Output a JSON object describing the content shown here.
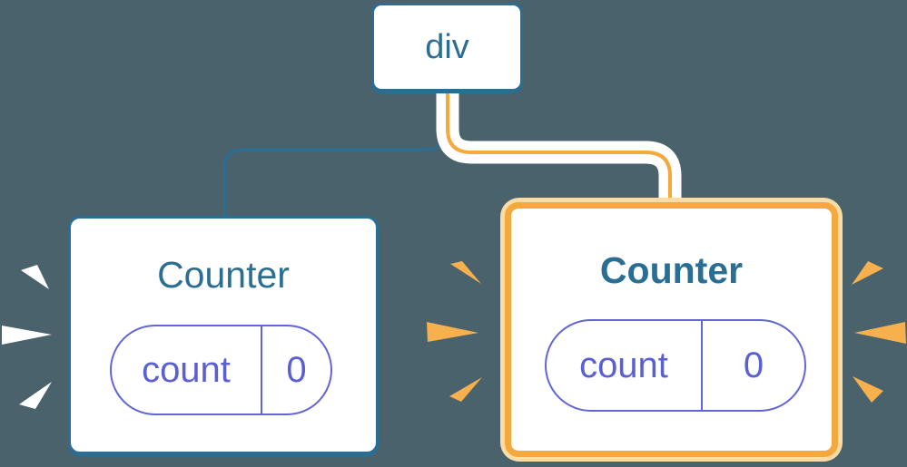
{
  "diagram": {
    "description": "component tree: div root with two Counter children",
    "root": {
      "label": "div"
    },
    "left_counter": {
      "title": "Counter",
      "state": {
        "key": "count",
        "value": "0"
      },
      "highlighted": false,
      "spark_color": "#ffffff"
    },
    "right_counter": {
      "title": "Counter",
      "state": {
        "key": "count",
        "value": "0"
      },
      "highlighted": true,
      "spark_color": "#f6b04d"
    }
  },
  "colors": {
    "background": "#49626c",
    "node_blue": "#2b6e93",
    "edge_blue": "#2b6e93",
    "edge_orange": "#f5a83d",
    "edge_halo": "#ffffff",
    "highlight_border": "#f5a83d",
    "highlight_halo": "#fbdca6",
    "pill_purple": "#5a5fd2",
    "pill_border": "#6165d8",
    "card_background": "#ffffff"
  }
}
